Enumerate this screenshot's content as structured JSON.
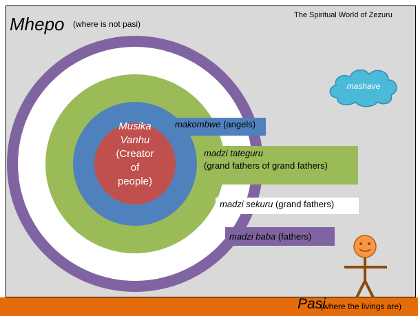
{
  "header": {
    "title": "Mhepo",
    "title_note": "(where is not pasi)",
    "slide_title": "The Spiritual World of Zezuru"
  },
  "circles": {
    "center": {
      "lines": [
        "Musika",
        "Vanhu",
        "(Creator",
        "of",
        "people)"
      ]
    },
    "angels": {
      "name": "makombwe",
      "note": "(angels)"
    },
    "tateguru": {
      "name": "madzi tateguru",
      "note": "(grand fathers of grand fathers)"
    },
    "sekuru": {
      "name": "madzi sekuru",
      "note": "(grand fathers)"
    },
    "baba": {
      "name": "madzi baba",
      "note": "(fathers)"
    }
  },
  "cloud": {
    "label": "mashave"
  },
  "ground": {
    "title": "Pasi",
    "note": "(where the livings are)"
  },
  "colors": {
    "background": "#d9d9d9",
    "purple": "#8064a2",
    "green": "#9bbb59",
    "blue": "#4f81bd",
    "red": "#c0504d",
    "orange": "#e46c0a",
    "cloud": "#4bb9d8"
  }
}
